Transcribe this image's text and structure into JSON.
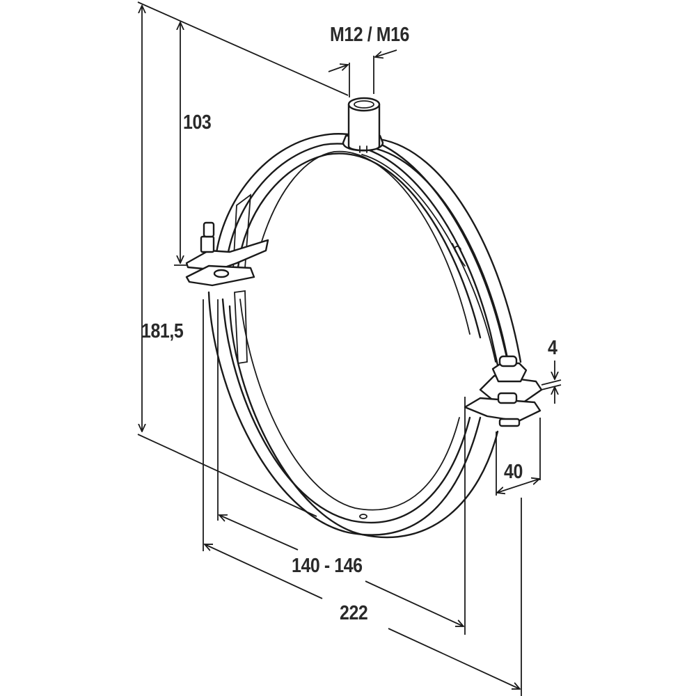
{
  "diagram": {
    "subject": "Pipe clamp with threaded socket",
    "stroke_color": "#1a1a1a",
    "background": "#ffffff",
    "dimensions": {
      "thread": "M12 / M16",
      "socket_height": "103",
      "total_height": "181,5",
      "band_thickness": "4",
      "band_width": "40",
      "pipe_diameter_range": "140 - 146",
      "overall_width": "222"
    }
  }
}
